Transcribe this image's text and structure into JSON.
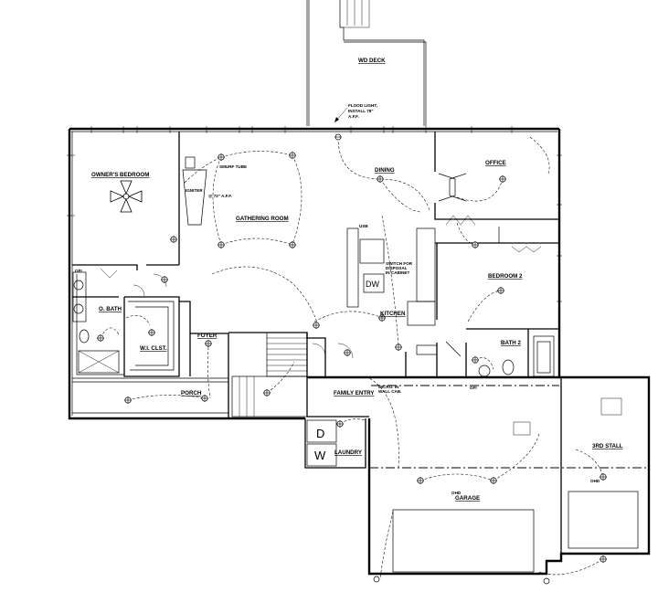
{
  "rooms": {
    "wd_deck": "WD DECK",
    "owners_bedroom": "OWNER'S BEDROOM",
    "gathering_room": "GATHERING ROOM",
    "dining": "DINING",
    "office": "OFFICE",
    "bedroom_2": "BEDROOM 2",
    "kitchen": "KITCHEN",
    "o_bath": "O. BATH",
    "wi_clst": "W.I. CLST.",
    "foyer": "FOYER",
    "porch": "PORCH",
    "family_entry": "FAMILY ENTRY",
    "laundry": "LAUNDRY",
    "garage": "GARAGE",
    "bath_2": "BATH 2",
    "third_stall": "3RD STALL"
  },
  "notes": {
    "flood_light": [
      "FLOOD LIGHT,",
      "INSTALL 78\"",
      "A.F.F."
    ],
    "smurf_tube": "SMURF TUBE",
    "igniter": "IGNITER",
    "aff_72": "@ 72\" A.F.F.",
    "switch_disposal": [
      "SWITCH FOR",
      "DISPOSAL",
      "IN CABINET"
    ],
    "micro": [
      "MICRO. IN",
      "WALL CAB."
    ],
    "ohd": "OHD",
    "gfi": "GFI",
    "usb": "USB",
    "dw": "DW",
    "washer": "W",
    "dryer": "D"
  }
}
